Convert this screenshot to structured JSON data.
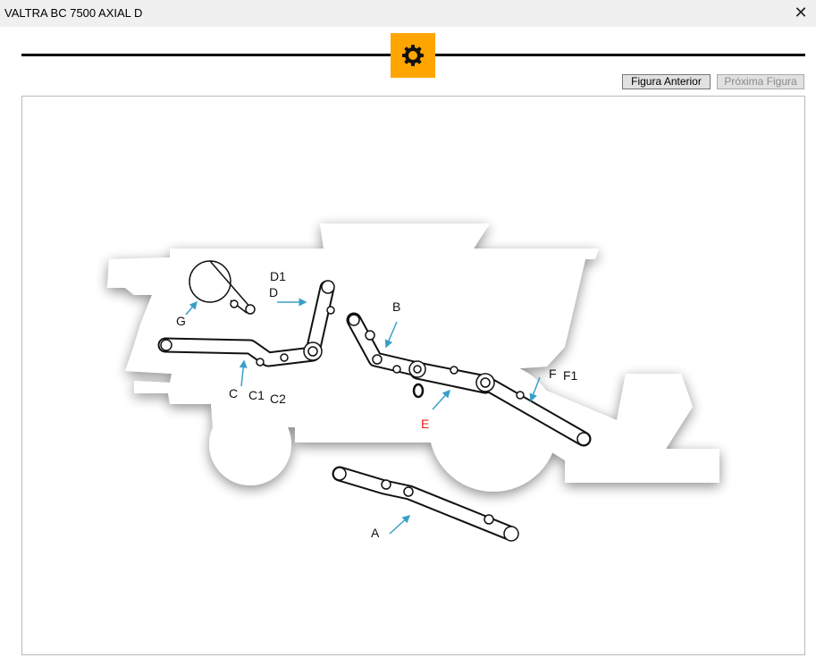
{
  "window": {
    "title": "VALTRA BC 7500 AXIAL D",
    "close_icon": "close-icon"
  },
  "toolbar": {
    "gear_icon": "gear-icon",
    "accent": "#ffa500"
  },
  "nav": {
    "prev_label": "Figura Anterior",
    "next_label": "Próxima Figura"
  },
  "diagram": {
    "labels": {
      "A": "A",
      "B": "B",
      "C": "C",
      "C1": "C1",
      "C2": "C2",
      "D": "D",
      "D1": "D1",
      "E": "E",
      "F": "F",
      "F1": "F1",
      "G": "G"
    },
    "highlight_color": "#e8201b",
    "arrow_color": "#3a9fc8"
  }
}
